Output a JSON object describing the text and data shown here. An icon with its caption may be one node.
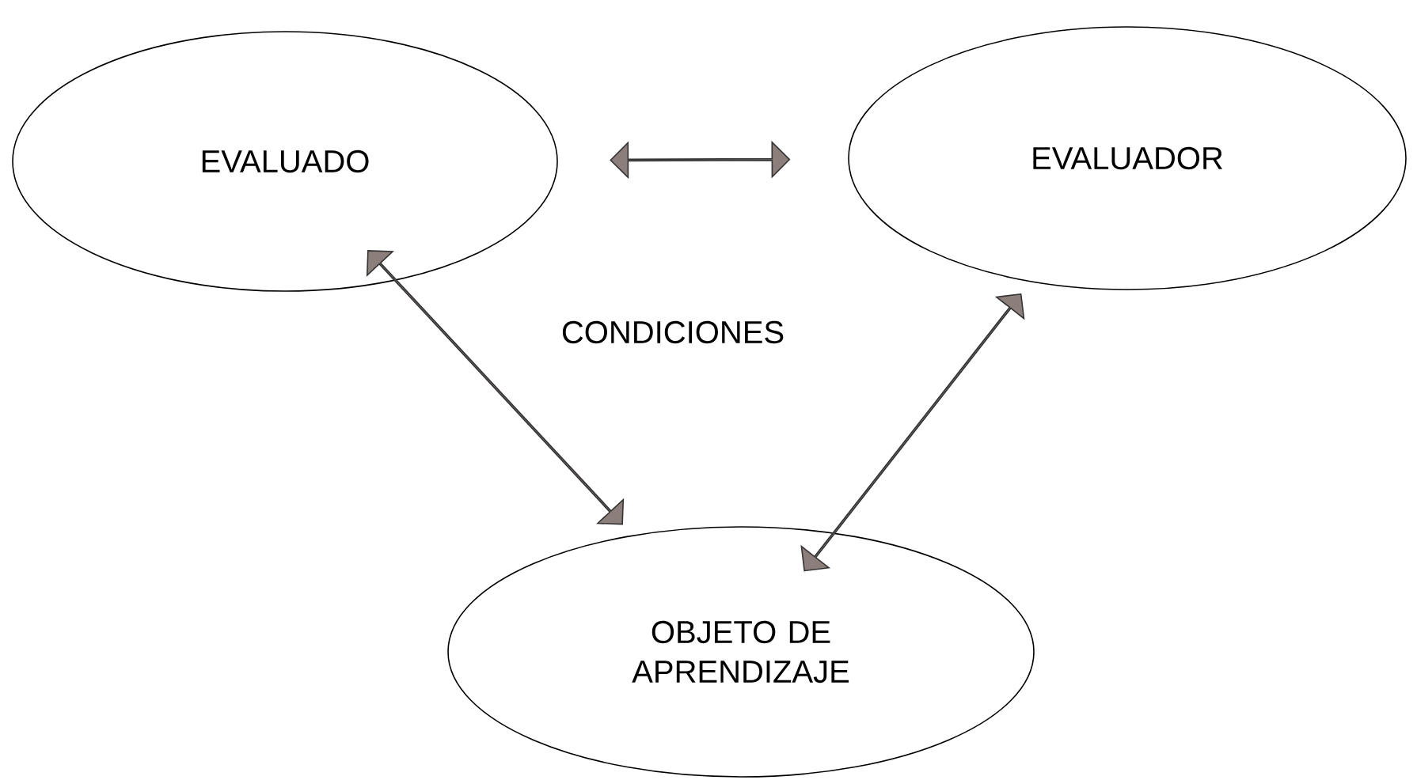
{
  "diagram": {
    "nodes": [
      {
        "text": [
          "EVALUADO"
        ]
      },
      {
        "text": [
          "EVALUADOR"
        ]
      },
      {
        "text": [
          "OBJETO DE APRENDIZAJE"
        ]
      }
    ],
    "edges": [
      {
        "from": 0,
        "to": 1,
        "arrow": "both"
      },
      {
        "from": 0,
        "to": 2,
        "arrow": "both"
      },
      {
        "from": 1,
        "to": 2,
        "arrow": "both"
      }
    ],
    "labels": [
      "CONDICIONES"
    ]
  }
}
